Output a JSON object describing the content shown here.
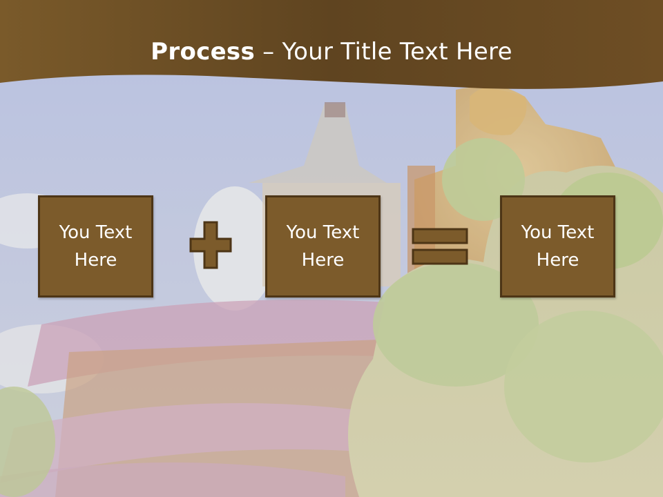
{
  "slide": {
    "title_bold": "Process",
    "title_rest": " – Your Title Text Here"
  },
  "process": {
    "boxes": [
      {
        "text": "You Text Here"
      },
      {
        "text": "You Text Here"
      },
      {
        "text": "You Text Here"
      }
    ],
    "operators": [
      "plus",
      "equals"
    ]
  },
  "colors": {
    "header_brown": "#6d4d22",
    "box_fill": "#7c5b2b",
    "box_border": "#4d3516",
    "sky": "#b5c0e8",
    "foliage": "#b9c88f"
  },
  "icons": [
    "plus-icon",
    "equals-icon"
  ]
}
